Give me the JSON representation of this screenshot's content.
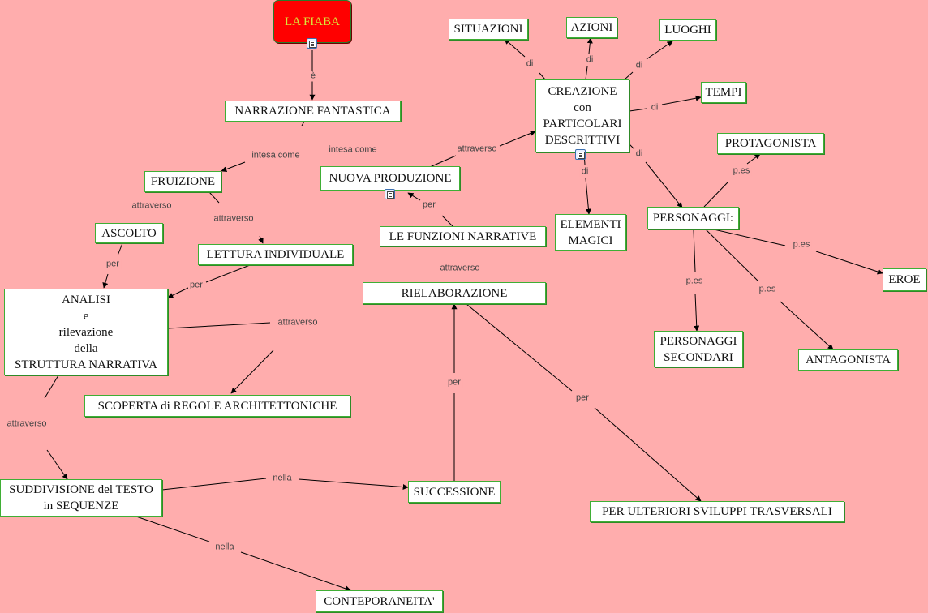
{
  "nodes": {
    "fiaba": "LA FIABA",
    "narrazione": "NARRAZIONE FANTASTICA",
    "fruizione": "FRUIZIONE",
    "nuova": "NUOVA PRODUZIONE",
    "creazione": "CREAZIONE\ncon\nPARTICOLARI\nDESCRITTIVI",
    "situazioni": "SITUAZIONI",
    "azioni": "AZIONI",
    "luoghi": "LUOGHI",
    "tempi": "TEMPI",
    "elementi": "ELEMENTI\nMAGICI",
    "personaggi": "PERSONAGGI:",
    "protagonista": "PROTAGONISTA",
    "eroe": "EROE",
    "secondari": "PERSONAGGI\nSECONDARI",
    "antagonista": "ANTAGONISTA",
    "funzioni": "LE FUNZIONI NARRATIVE",
    "ascolto": "ASCOLTO",
    "lettura": "LETTURA INDIVIDUALE",
    "analisi": "ANALISI\ne\nrilevazione\ndella\nSTRUTTURA NARRATIVA",
    "scoperta": "SCOPERTA di REGOLE ARCHITETTONICHE",
    "rielaborazione": "RIELABORAZIONE",
    "suddivisione": "SUDDIVISIONE del TESTO\nin SEQUENZE",
    "successione": "SUCCESSIONE",
    "ulteriori": "PER ULTERIORI SVILUPPI TRASVERSALI",
    "conteporaneita": "CONTEPORANEITA'"
  },
  "labels": {
    "e": "è",
    "intesa1": "intesa come",
    "intesa2": "intesa come",
    "attr_creazione": "attraverso",
    "di_situazioni": "di",
    "di_azioni": "di",
    "di_luoghi": "di",
    "di_tempi": "di",
    "di_personaggi": "di",
    "di_elementi": "di",
    "per_funzioni": "per",
    "attr_fruizione1": "attraverso",
    "attr_fruizione2": "attraverso",
    "per_ascolto": "per",
    "per_lettura": "per",
    "pes_protagonista": "p.es",
    "pes_eroe": "p.es",
    "pes_secondari": "p.es",
    "pes_antagonista": "p.es",
    "attr_rielaborazione": "attraverso",
    "attr_analisi": "attraverso",
    "attr_suddivisione": "attraverso",
    "per_successione": "per",
    "per_ulteriori": "per",
    "nella1": "nella",
    "nella2": "nella"
  },
  "colors": {
    "background": "#ffadad",
    "node_border": "#3fae35",
    "root_fill": "#ff0000",
    "root_text": "#d8e83a",
    "link": "#000000"
  },
  "icons": [
    "document-icon"
  ]
}
